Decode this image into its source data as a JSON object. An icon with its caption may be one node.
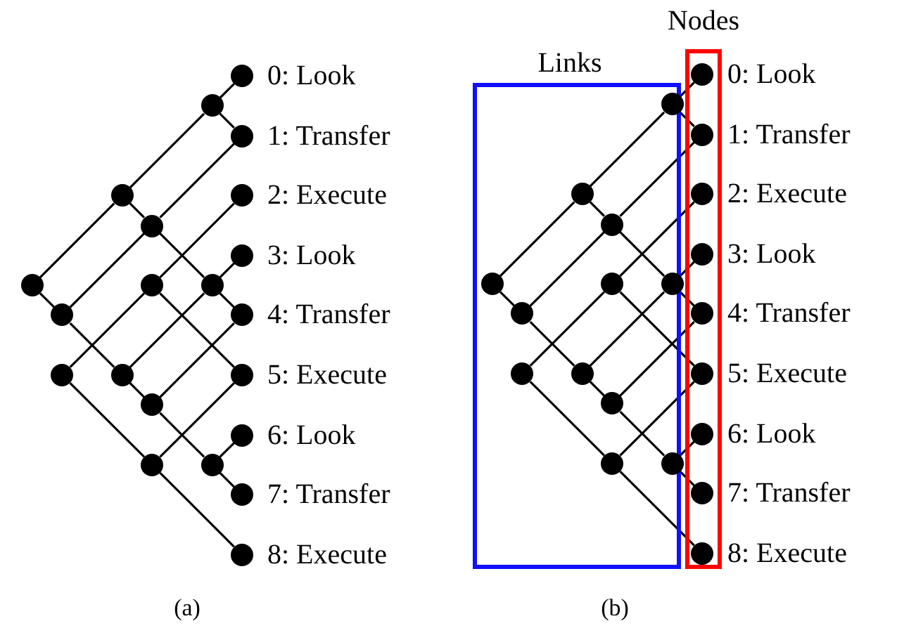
{
  "diagram": {
    "nodes": [
      {
        "text": [],
        "shape": "circle",
        "beside": [
          "0: Look"
        ]
      },
      {
        "text": [],
        "shape": "circle",
        "beside": [
          "1: Transfer"
        ]
      },
      {
        "text": [],
        "shape": "circle",
        "beside": [
          "2: Execute"
        ]
      },
      {
        "text": [],
        "shape": "circle",
        "beside": [
          "3: Look"
        ]
      },
      {
        "text": [],
        "shape": "circle",
        "beside": [
          "4: Transfer"
        ]
      },
      {
        "text": [],
        "shape": "circle",
        "beside": [
          "5: Execute"
        ]
      },
      {
        "text": [],
        "shape": "circle",
        "beside": [
          "6: Look"
        ]
      },
      {
        "text": [],
        "shape": "circle",
        "beside": [
          "7: Transfer"
        ]
      },
      {
        "text": [],
        "shape": "circle",
        "beside": [
          "8: Execute"
        ]
      },
      {
        "text": [],
        "shape": "circle"
      },
      {
        "text": [],
        "shape": "circle"
      },
      {
        "text": [],
        "shape": "circle"
      },
      {
        "text": [],
        "shape": "circle"
      },
      {
        "text": [],
        "shape": "circle"
      },
      {
        "text": [],
        "shape": "circle"
      },
      {
        "text": [],
        "shape": "circle"
      },
      {
        "text": [],
        "shape": "circle"
      },
      {
        "text": [],
        "shape": "circle"
      },
      {
        "text": [],
        "shape": "circle"
      },
      {
        "text": [],
        "shape": "circle"
      },
      {
        "text": [],
        "shape": "circle"
      },
      {
        "text": [
          "Links"
        ]
      },
      {
        "text": [],
        "shape": "circle",
        "in": 21
      },
      {
        "text": [],
        "shape": "circle",
        "in": 21
      },
      {
        "text": [],
        "shape": "circle",
        "in": 21
      },
      {
        "text": [],
        "shape": "circle",
        "in": 21
      },
      {
        "text": [],
        "shape": "circle",
        "in": 21
      },
      {
        "text": [],
        "shape": "circle",
        "in": 21
      },
      {
        "text": [],
        "shape": "circle",
        "in": 21
      },
      {
        "text": [],
        "shape": "circle",
        "in": 21
      },
      {
        "text": [],
        "shape": "circle",
        "in": 21
      },
      {
        "text": [],
        "shape": "circle",
        "in": 21
      },
      {
        "text": [],
        "shape": "circle",
        "in": 21
      },
      {
        "text": [],
        "shape": "circle",
        "in": 21
      },
      {
        "text": [
          "Nodes"
        ]
      },
      {
        "text": [],
        "shape": "circle",
        "in": 34,
        "beside": [
          "0: Look"
        ]
      },
      {
        "text": [],
        "shape": "circle",
        "in": 34,
        "beside": [
          "1: Transfer"
        ]
      },
      {
        "text": [],
        "shape": "circle",
        "in": 34,
        "beside": [
          "2: Execute"
        ]
      },
      {
        "text": [],
        "shape": "circle",
        "in": 34,
        "beside": [
          "3: Look"
        ]
      },
      {
        "text": [],
        "shape": "circle",
        "in": 34,
        "beside": [
          "4: Transfer"
        ]
      },
      {
        "text": [],
        "shape": "circle",
        "in": 34,
        "beside": [
          "5: Execute"
        ]
      },
      {
        "text": [],
        "shape": "circle",
        "in": 34,
        "beside": [
          "6: Look"
        ]
      },
      {
        "text": [],
        "shape": "circle",
        "in": 34,
        "beside": [
          "7: Transfer"
        ]
      },
      {
        "text": [],
        "shape": "circle",
        "in": 34,
        "beside": [
          "8: Execute"
        ]
      }
    ],
    "edges": [
      {
        "from": 9,
        "to": 0,
        "arrow": "none"
      },
      {
        "from": 10,
        "to": 9,
        "arrow": "none"
      },
      {
        "from": 12,
        "to": 10,
        "arrow": "none"
      },
      {
        "from": 11,
        "to": 1,
        "arrow": "none"
      },
      {
        "from": 15,
        "to": 11,
        "arrow": "none"
      },
      {
        "from": 13,
        "to": 2,
        "arrow": "none"
      },
      {
        "from": 16,
        "to": 13,
        "arrow": "none"
      },
      {
        "from": 14,
        "to": 3,
        "arrow": "none"
      },
      {
        "from": 17,
        "to": 14,
        "arrow": "none"
      },
      {
        "from": 18,
        "to": 4,
        "arrow": "none"
      },
      {
        "from": 19,
        "to": 5,
        "arrow": "none"
      },
      {
        "from": 20,
        "to": 6,
        "arrow": "none"
      },
      {
        "from": 9,
        "to": 1,
        "arrow": "none"
      },
      {
        "from": 14,
        "to": 4,
        "arrow": "none"
      },
      {
        "from": 11,
        "to": 14,
        "arrow": "none"
      },
      {
        "from": 10,
        "to": 11,
        "arrow": "none"
      },
      {
        "from": 13,
        "to": 5,
        "arrow": "none"
      },
      {
        "from": 20,
        "to": 7,
        "arrow": "none"
      },
      {
        "from": 18,
        "to": 20,
        "arrow": "none"
      },
      {
        "from": 17,
        "to": 18,
        "arrow": "none"
      },
      {
        "from": 15,
        "to": 17,
        "arrow": "none"
      },
      {
        "from": 12,
        "to": 15,
        "arrow": "none"
      },
      {
        "from": 19,
        "to": 8,
        "arrow": "none"
      },
      {
        "from": 16,
        "to": 19,
        "arrow": "none"
      },
      {
        "from": 22,
        "to": 35,
        "arrow": "none"
      },
      {
        "from": 23,
        "to": 22,
        "arrow": "none"
      },
      {
        "from": 25,
        "to": 23,
        "arrow": "none"
      },
      {
        "from": 24,
        "to": 36,
        "arrow": "none"
      },
      {
        "from": 28,
        "to": 24,
        "arrow": "none"
      },
      {
        "from": 26,
        "to": 37,
        "arrow": "none"
      },
      {
        "from": 29,
        "to": 26,
        "arrow": "none"
      },
      {
        "from": 27,
        "to": 38,
        "arrow": "none"
      },
      {
        "from": 30,
        "to": 27,
        "arrow": "none"
      },
      {
        "from": 31,
        "to": 39,
        "arrow": "none"
      },
      {
        "from": 32,
        "to": 40,
        "arrow": "none"
      },
      {
        "from": 33,
        "to": 41,
        "arrow": "none"
      },
      {
        "from": 22,
        "to": 36,
        "arrow": "none"
      },
      {
        "from": 27,
        "to": 39,
        "arrow": "none"
      },
      {
        "from": 24,
        "to": 27,
        "arrow": "none"
      },
      {
        "from": 23,
        "to": 24,
        "arrow": "none"
      },
      {
        "from": 26,
        "to": 40,
        "arrow": "none"
      },
      {
        "from": 33,
        "to": 42,
        "arrow": "none"
      },
      {
        "from": 31,
        "to": 33,
        "arrow": "none"
      },
      {
        "from": 30,
        "to": 31,
        "arrow": "none"
      },
      {
        "from": 28,
        "to": 30,
        "arrow": "none"
      },
      {
        "from": 25,
        "to": 28,
        "arrow": "none"
      },
      {
        "from": 32,
        "to": 43,
        "arrow": "none"
      },
      {
        "from": 29,
        "to": 32,
        "arrow": "none"
      }
    ],
    "labels": [
      "(a)",
      "(b)"
    ]
  }
}
